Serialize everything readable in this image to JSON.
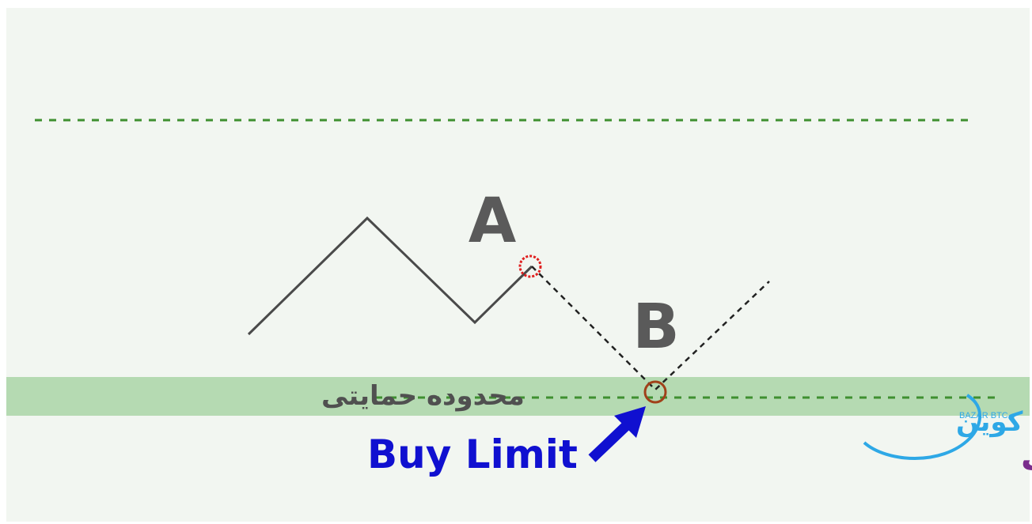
{
  "diagram": {
    "point_a_label": "A",
    "point_b_label": "B",
    "support_zone_label": "محدوده حمایتی",
    "order_label": "Buy Limit"
  },
  "logo": {
    "line1": "کوین",
    "line2": "بازار بیت",
    "latin": "BAZAR BTC"
  },
  "colors": {
    "background": "#f2f6f1",
    "support_zone": "#b5dab2",
    "dashed_level": "#3f9030",
    "price_line": "#4a4a4a",
    "point_a_marker": "#e02020",
    "point_b_marker": "#a0411a",
    "order_label": "#1010d0",
    "letters": "#5a5a5a",
    "zone_label": "#505050",
    "logo_blue": "#2ea8e6",
    "logo_purple": "#7a2c8c"
  }
}
